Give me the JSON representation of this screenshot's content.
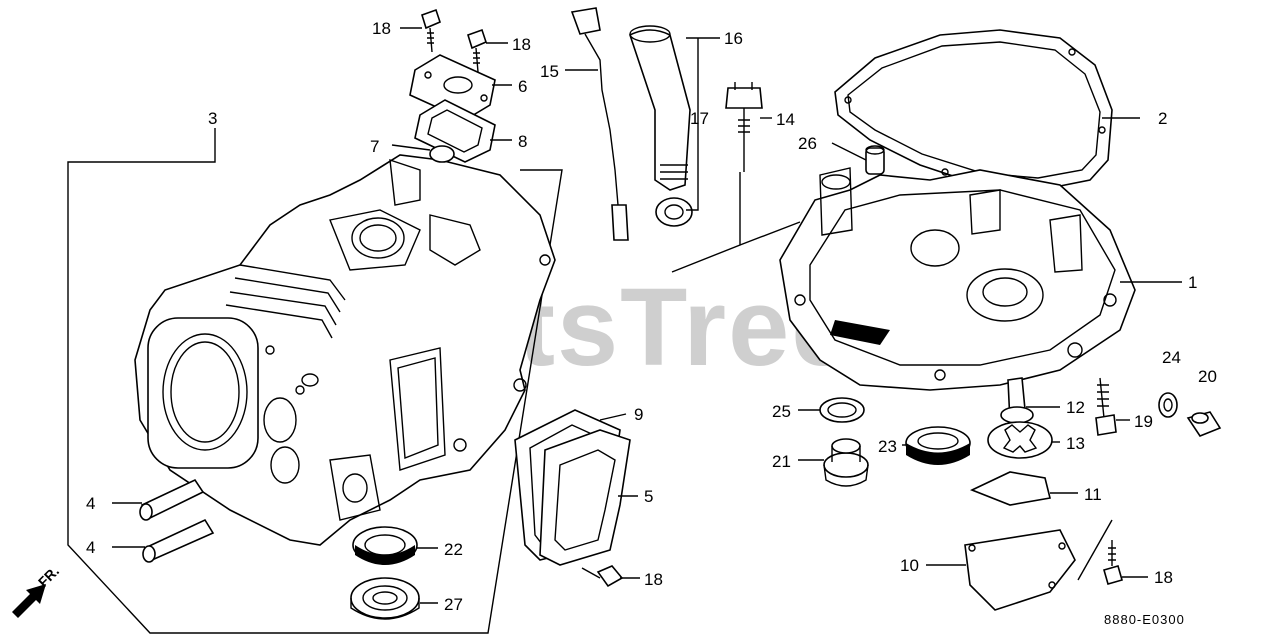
{
  "watermark": "PartsTree",
  "diagram_code": "8880-E0300",
  "front_label": "FR.",
  "callouts": {
    "c1": "1",
    "c2": "2",
    "c3": "3",
    "c4a": "4",
    "c4b": "4",
    "c5": "5",
    "c6": "6",
    "c7": "7",
    "c8": "8",
    "c9": "9",
    "c10": "10",
    "c11": "11",
    "c12": "12",
    "c13": "13",
    "c14": "14",
    "c15": "15",
    "c16": "16",
    "c17": "17",
    "c18a": "18",
    "c18b": "18",
    "c18c": "18",
    "c18d": "18",
    "c19": "19",
    "c20": "20",
    "c21": "21",
    "c22": "22",
    "c23": "23",
    "c24": "24",
    "c25": "25",
    "c26": "26",
    "c27": "27"
  }
}
